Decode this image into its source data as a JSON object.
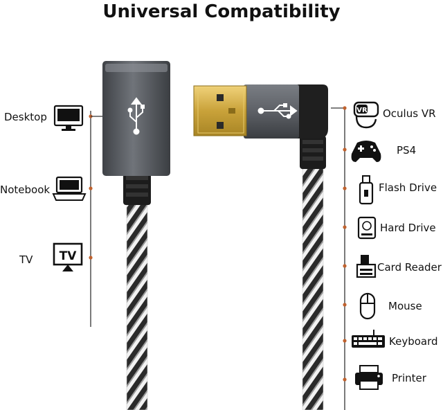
{
  "title": "Universal Compatibility",
  "left_devices": [
    {
      "label": "Desktop",
      "icon": "desktop-monitor-icon"
    },
    {
      "label": "Notebook",
      "icon": "laptop-icon"
    },
    {
      "label": "TV",
      "icon": "tv-icon",
      "icon_text": "TV"
    }
  ],
  "right_devices": [
    {
      "label": "Oculus VR",
      "icon": "vr-headset-icon",
      "icon_text": "VR"
    },
    {
      "label": "PS4",
      "icon": "gamepad-icon"
    },
    {
      "label": "Flash Drive",
      "icon": "flash-drive-icon"
    },
    {
      "label": "Hard Drive",
      "icon": "hard-drive-icon"
    },
    {
      "label": "Card Reader",
      "icon": "card-reader-icon"
    },
    {
      "label": "Mouse",
      "icon": "mouse-icon"
    },
    {
      "label": "Keyboard",
      "icon": "keyboard-icon"
    },
    {
      "label": "Printer",
      "icon": "printer-icon"
    }
  ],
  "colors": {
    "connector_gray": "#5b5e63",
    "gold": "#d9b54a",
    "dot": "#c0622e",
    "line": "#333333"
  }
}
